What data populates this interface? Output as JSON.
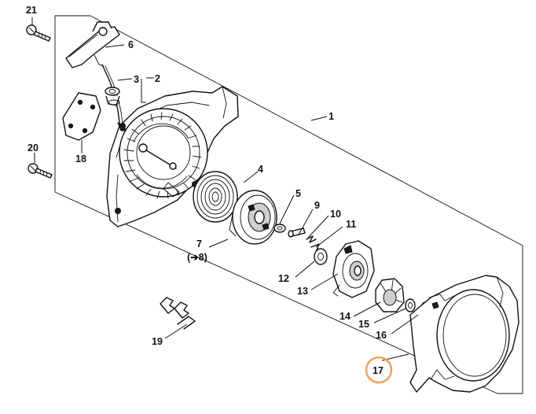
{
  "callouts": {
    "c1": "1",
    "c2": "2",
    "c3": "3",
    "c4": "4",
    "c5": "5",
    "c6": "6",
    "c7": "7",
    "c8": "(➔8)",
    "c9": "9",
    "c10": "10",
    "c11": "11",
    "c12": "12",
    "c13": "13",
    "c14": "14",
    "c15": "15",
    "c16": "16",
    "c17": "17",
    "c18": "18",
    "c19": "19",
    "c20": "20",
    "c21": "21"
  },
  "highlight": {
    "callout": "17",
    "color": "#f0a35e"
  }
}
